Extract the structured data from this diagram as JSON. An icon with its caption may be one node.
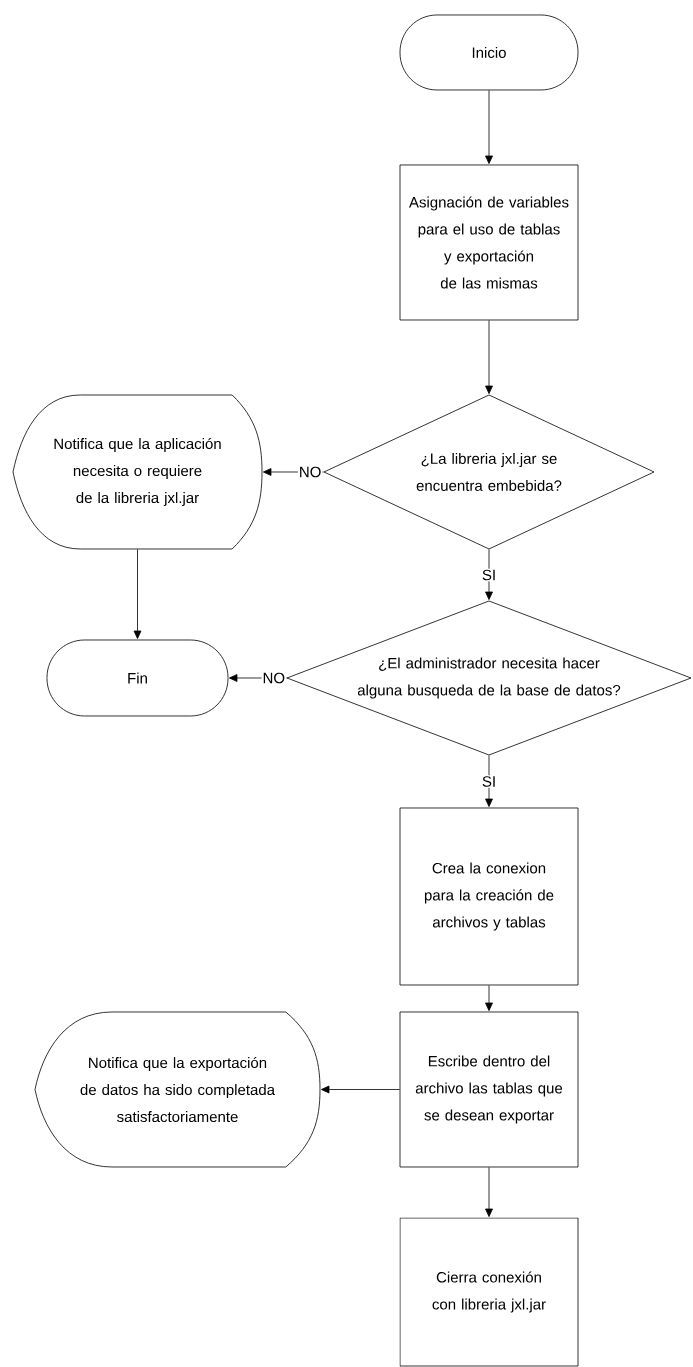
{
  "diagram": {
    "nodes": [
      {
        "text": [
          "Inicio"
        ]
      },
      {
        "text": [
          "Asignación de variables para el uso de tablas y exportación de las mismas"
        ]
      },
      {
        "text": [
          "Notifica que la aplicación necesita o requiere de la libreria jxl.jar"
        ]
      },
      {
        "text": [
          "¿La libreria jxl.jar se encuentra embebida?"
        ]
      },
      {
        "text": [
          "Fin"
        ]
      },
      {
        "text": [
          "¿El administrador necesita hacer alguna busqueda de la base de datos?"
        ]
      },
      {
        "text": [
          "Crea la conexion para la creación de archivos y tablas"
        ]
      },
      {
        "text": [
          "Notifica que la exportación de datos ha sido completada satisfactoriamente"
        ]
      },
      {
        "text": [
          "Escribe dentro del archivo las tablas que se desean exportar"
        ]
      },
      {
        "text": [
          "Cierra conexión con libreria jxl.jar"
        ]
      }
    ],
    "edges": [
      {
        "from": 0,
        "to": 1,
        "arrow": "to"
      },
      {
        "from": 1,
        "to": 3,
        "arrow": "to"
      },
      {
        "from": 3,
        "to": 2,
        "arrow": "to",
        "label": "NO"
      },
      {
        "from": 2,
        "to": 4,
        "arrow": "to"
      },
      {
        "from": 3,
        "to": 5,
        "arrow": "to",
        "label": "SI"
      },
      {
        "from": 5,
        "to": 4,
        "arrow": "to",
        "label": "NO"
      },
      {
        "from": 5,
        "to": 6,
        "arrow": "to",
        "label": "SI"
      },
      {
        "from": 6,
        "to": 8,
        "arrow": "to"
      },
      {
        "from": 8,
        "to": 7,
        "arrow": "to"
      },
      {
        "from": 8,
        "to": 9,
        "arrow": "to"
      }
    ]
  }
}
